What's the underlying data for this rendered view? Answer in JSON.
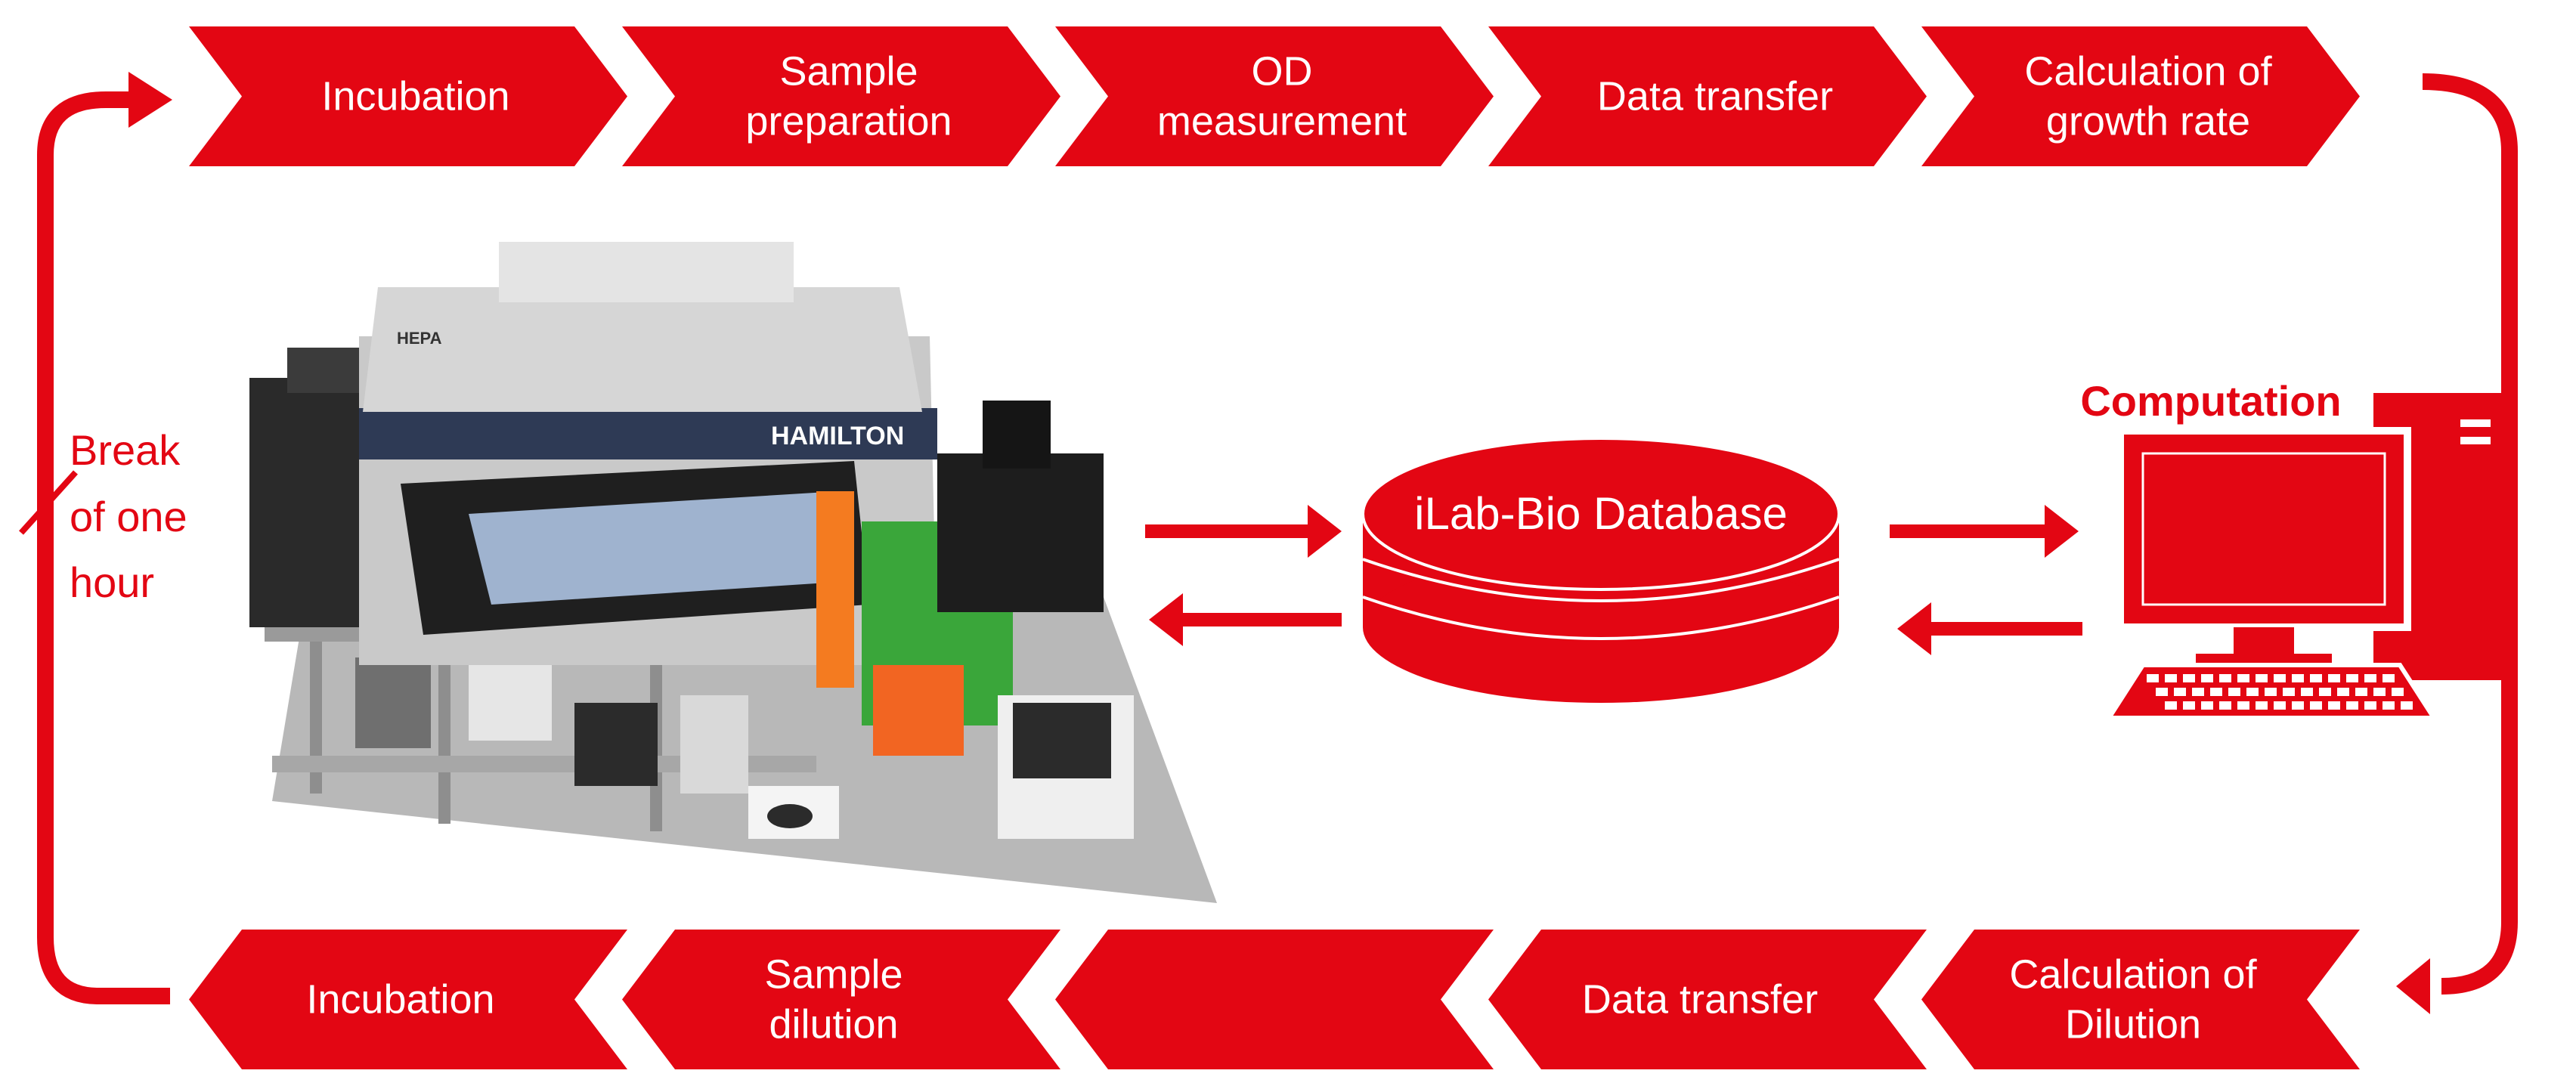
{
  "colors": {
    "accent": "#e30613",
    "text_on_accent": "#ffffff",
    "background": "#ffffff"
  },
  "top_steps": [
    {
      "lines": [
        "Incubation"
      ]
    },
    {
      "lines": [
        "Sample",
        "preparation"
      ]
    },
    {
      "lines": [
        "OD",
        "measurement"
      ]
    },
    {
      "lines": [
        "Data transfer"
      ]
    },
    {
      "lines": [
        "Calculation of",
        "growth rate"
      ]
    }
  ],
  "bottom_steps": [
    {
      "lines": [
        "Incubation"
      ]
    },
    {
      "lines": [
        "Sample",
        "dilution"
      ]
    },
    {
      "lines": []
    },
    {
      "lines": [
        "Data transfer"
      ]
    },
    {
      "lines": [
        "Calculation of",
        "Dilution"
      ]
    }
  ],
  "database": {
    "label": "iLab-Bio Database"
  },
  "computer": {
    "label": "Computation",
    "icon": "desktop-computer-icon"
  },
  "robot": {
    "icon": "liquid-handling-robot-photo",
    "brand": "HAMILTON",
    "hepa": "HEPA"
  },
  "break": {
    "lines": [
      "Break",
      "of one",
      "hour"
    ]
  }
}
